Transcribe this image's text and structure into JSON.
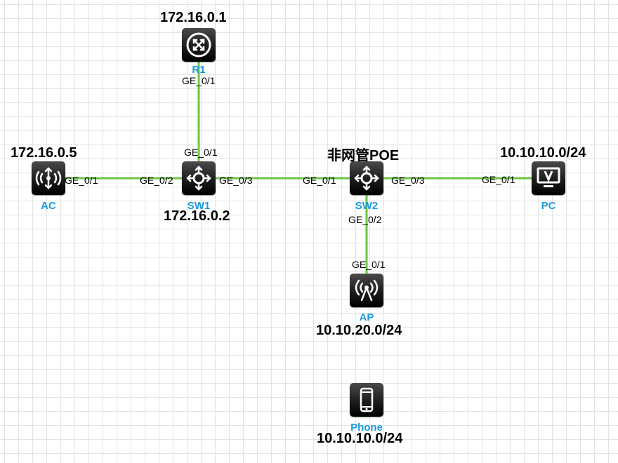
{
  "colors": {
    "link": "#6cc644",
    "device_name": "#1a9bdc",
    "icon_bg": "#1c1c1c"
  },
  "devices": {
    "r1": {
      "name": "R1",
      "address": "172.16.0.1",
      "icon": "router-icon"
    },
    "ac": {
      "name": "AC",
      "address": "172.16.0.5",
      "icon": "access-controller-icon"
    },
    "sw1": {
      "name": "SW1",
      "address": "172.16.0.2",
      "icon": "switch-icon"
    },
    "sw2": {
      "name": "SW2",
      "address": "非网管POE",
      "icon": "switch-icon"
    },
    "pc": {
      "name": "PC",
      "address": "10.10.10.0/24",
      "icon": "pc-monitor-icon"
    },
    "ap": {
      "name": "AP",
      "address": "10.10.20.0/24",
      "icon": "wireless-ap-icon"
    },
    "phone": {
      "name": "Phone",
      "address": "10.10.10.0/24",
      "icon": "phone-icon"
    }
  },
  "links": [
    {
      "from": "r1",
      "from_port": "GE_0/1",
      "to": "sw1",
      "to_port": "GE_0/1"
    },
    {
      "from": "ac",
      "from_port": "GE_0/1",
      "to": "sw1",
      "to_port": "GE_0/2"
    },
    {
      "from": "sw1",
      "from_port": "GE_0/3",
      "to": "sw2",
      "to_port": "GE_0/1"
    },
    {
      "from": "sw2",
      "from_port": "GE_0/3",
      "to": "pc",
      "to_port": "GE_0/1"
    },
    {
      "from": "sw2",
      "from_port": "GE_0/2",
      "to": "ap",
      "to_port": "GE_0/1"
    }
  ]
}
